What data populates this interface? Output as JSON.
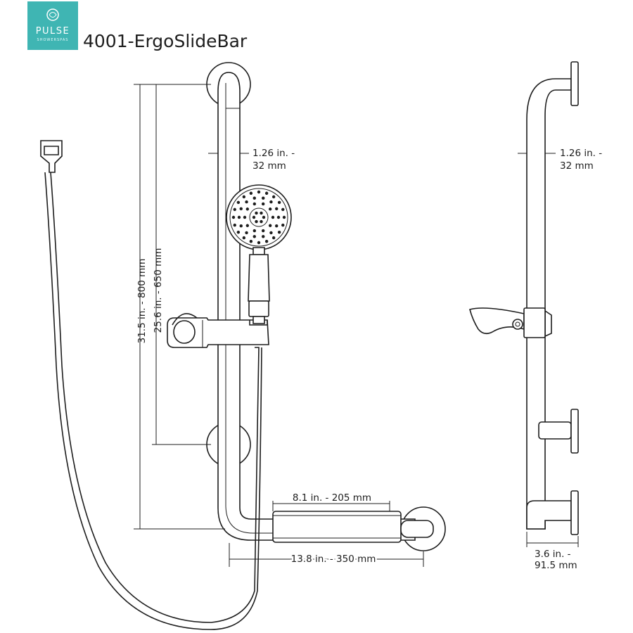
{
  "logo": {
    "brand": "PULSE",
    "tagline": "SHOWERSPAS"
  },
  "title": "4001-ErgoSlideBar",
  "dimensions": {
    "total_height": "31.5 in. - 800 mm",
    "mount_spacing": "25.6 in. - 650 mm",
    "bar_diameter_front_line1": "1.26 in. -",
    "bar_diameter_front_line2": "32 mm",
    "bar_diameter_side_line1": "1.26 in. -",
    "bar_diameter_side_line2": "32 mm",
    "grip_length": "8.1 in. - 205 mm",
    "total_width": "13.8 in. - 350 mm",
    "projection_line1": "3.6 in. -",
    "projection_line2": "91.5 mm"
  }
}
